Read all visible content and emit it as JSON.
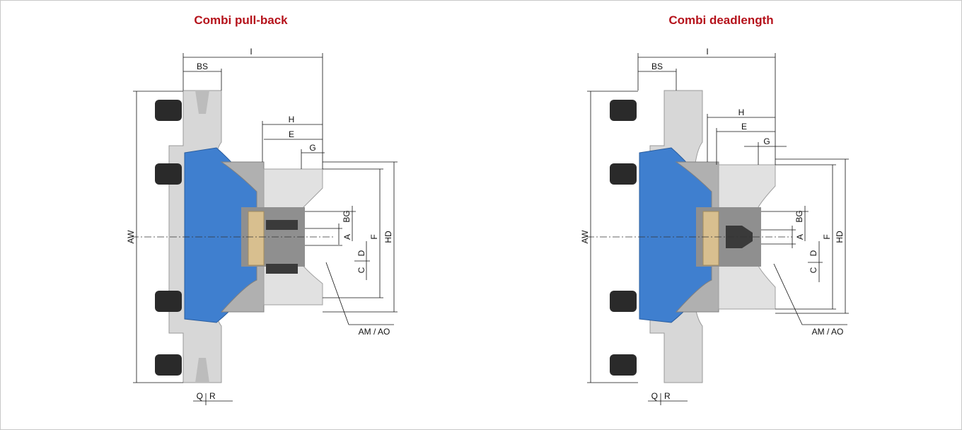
{
  "colors": {
    "title": "#b5121b",
    "clamp_blue": "#3f7fcf",
    "steel_light": "#dcdcdc",
    "steel_mid": "#a9a9a9",
    "steel_dark": "#6e6e6e",
    "knob": "#2a2a2a",
    "brass": "#d8bf8f"
  },
  "diagrams": [
    {
      "title": "Combi pull-back",
      "labels": {
        "I": "I",
        "BS": "BS",
        "H": "H",
        "E": "E",
        "G": "G",
        "AW": "AW",
        "HD": "HD",
        "F": "F",
        "BG": "BG",
        "A": "A",
        "D": "D",
        "C": "C",
        "AM_AO": "AM / AO",
        "Q": "Q",
        "R": "R"
      }
    },
    {
      "title": "Combi deadlength",
      "labels": {
        "I": "I",
        "BS": "BS",
        "H": "H",
        "E": "E",
        "G": "G",
        "AW": "AW",
        "HD": "HD",
        "F": "F",
        "BG": "BG",
        "A": "A",
        "D": "D",
        "C": "C",
        "AM_AO": "AM / AO",
        "Q": "Q",
        "R": "R"
      }
    }
  ]
}
